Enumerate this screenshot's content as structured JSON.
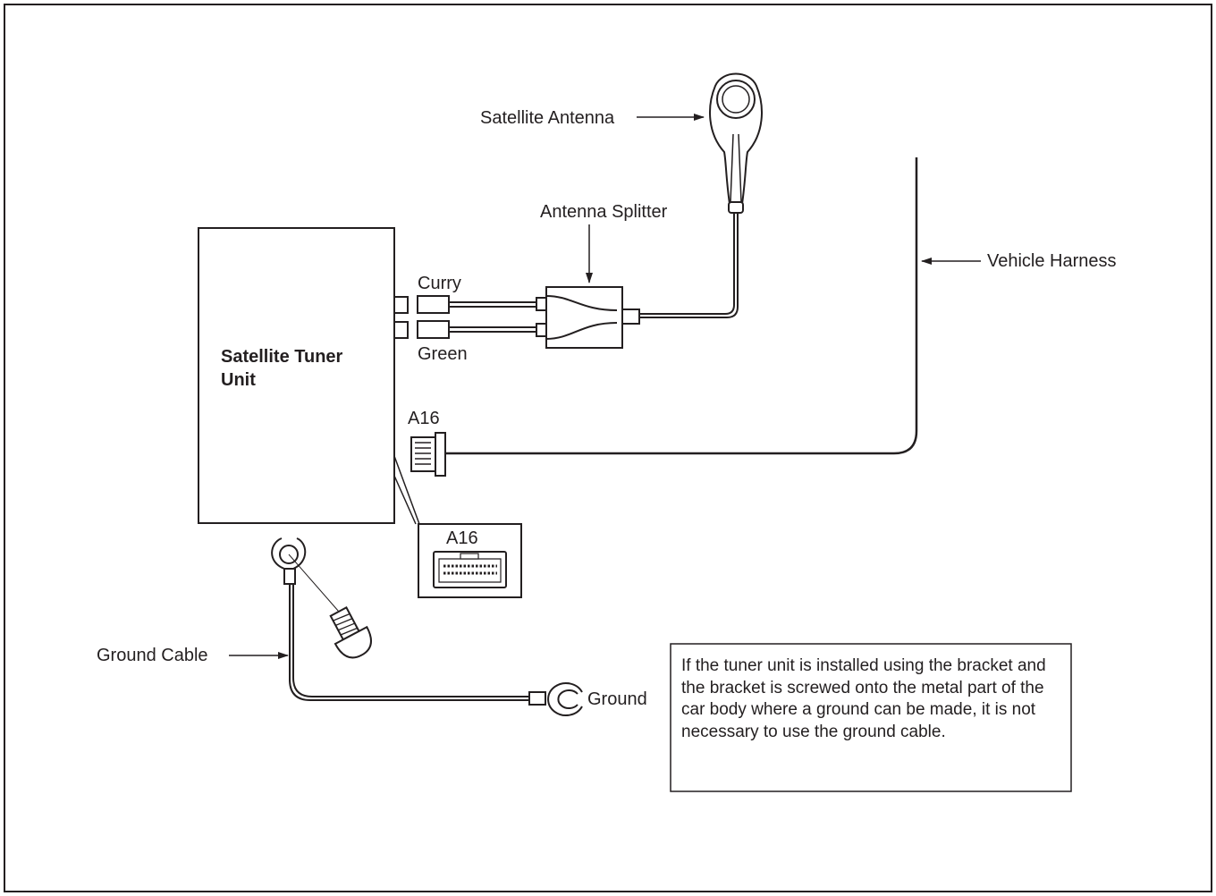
{
  "labels": {
    "satellite_antenna": "Satellite Antenna",
    "antenna_splitter": "Antenna Splitter",
    "vehicle_harness": "Vehicle Harness",
    "curry": "Curry",
    "green": "Green",
    "tuner_line1": "Satellite Tuner",
    "tuner_line2": "Unit",
    "connector_a16": "A16",
    "connector_a16_inset": "A16",
    "ground_cable": "Ground Cable",
    "ground": "Ground"
  },
  "note": {
    "text": "If the tuner unit is installed using the bracket and the bracket is screwed onto the metal part of the car body where a ground can be made, it is not necessary to use the ground cable."
  }
}
